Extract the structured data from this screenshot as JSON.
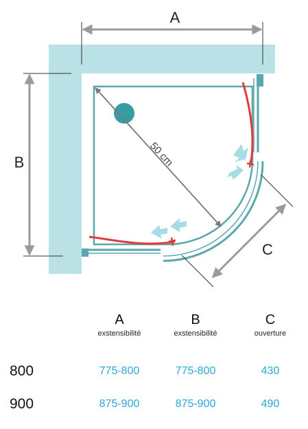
{
  "diagram": {
    "labels": {
      "a": "A",
      "b": "B",
      "c": "C",
      "diagonal": "50 cm"
    },
    "colors": {
      "wall": "#b9e1e6",
      "frame": "#5aa8ad",
      "door": "#e03c3c",
      "dimension": "#9a9a9a",
      "drain": "#3a9ca3"
    }
  },
  "table": {
    "columns": [
      {
        "letter": "A",
        "sub": "exstensibilité"
      },
      {
        "letter": "B",
        "sub": "exstensibilité"
      },
      {
        "letter": "C",
        "sub": "ouverture"
      }
    ],
    "rows": [
      {
        "label": "800",
        "values": [
          "775-800",
          "775-800",
          "430"
        ]
      },
      {
        "label": "900",
        "values": [
          "875-900",
          "875-900",
          "490"
        ]
      }
    ],
    "value_color": "#29a8d8"
  }
}
